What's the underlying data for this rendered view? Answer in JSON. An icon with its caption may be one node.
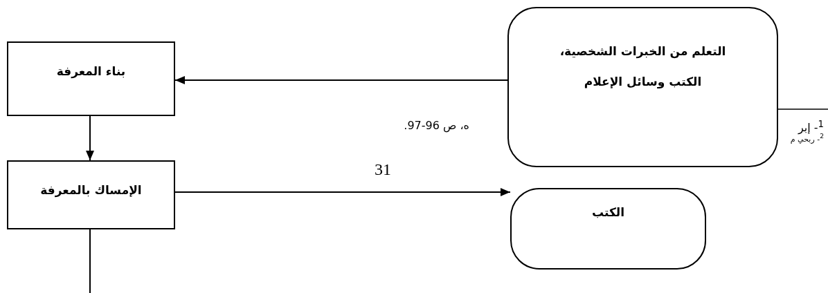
{
  "diagram": {
    "nodes": [
      {
        "text": [
          "بناء المعرفة"
        ]
      },
      {
        "text": [
          "التعلم من الخبرات الشخصية، الكتب وسائل الإعلام"
        ]
      },
      {
        "text": [
          "الإمساك بالمعرفة"
        ]
      },
      {
        "text": [
          "الكتب"
        ]
      }
    ],
    "edges": [
      {
        "from": 1,
        "to": 0,
        "arrow": "to"
      },
      {
        "from": 0,
        "to": 2,
        "arrow": "to"
      },
      {
        "from": 2,
        "to": 3,
        "arrow": "to"
      },
      {
        "from": 2,
        "to": null,
        "arrow": "none"
      }
    ],
    "labels": [
      "$^{1}$- إبر",
      "ه، ص 96-97.",
      "$^{2}$- ربحي م",
      "31"
    ]
  }
}
